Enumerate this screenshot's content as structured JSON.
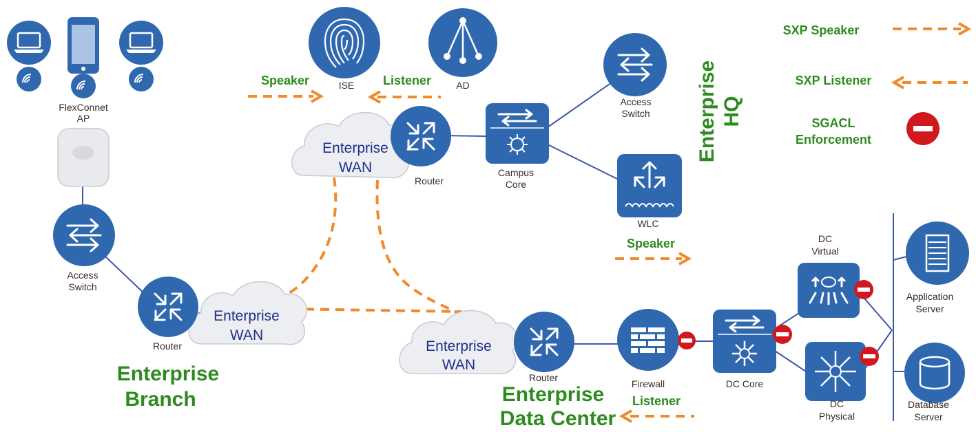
{
  "legend": {
    "speaker": "SXP Speaker",
    "listener": "SXP Listener",
    "sgacl_line1": "SGACL",
    "sgacl_line2": "Enforcement"
  },
  "sites": {
    "hq_line1": "Enterprise",
    "hq_line2": "HQ",
    "branch_line1": "Enterprise",
    "branch_line2": "Branch",
    "dc_line1": "Enterprise",
    "dc_line2": "Data Center"
  },
  "clouds": {
    "top_line1": "Enterprise",
    "top_line2": "WAN",
    "branch_line1": "Enterprise",
    "branch_line2": "WAN",
    "dc_line1": "Enterprise",
    "dc_line2": "WAN"
  },
  "devices": {
    "ise": "ISE",
    "ad": "AD",
    "hq_router": "Router",
    "campus_core_line1": "Campus",
    "campus_core_line2": "Core",
    "hq_access_line1": "Access",
    "hq_access_line2": "Switch",
    "wlc": "WLC",
    "flexconnect_line1": "FlexConnet",
    "flexconnect_line2": "AP",
    "branch_access_line1": "Access",
    "branch_access_line2": "Switch",
    "branch_router": "Router",
    "dc_router": "Router",
    "firewall": "Firewall",
    "dc_core": "DC Core",
    "dc_virtual_line1": "DC",
    "dc_virtual_line2": "Virtual",
    "dc_physical_line1": "DC",
    "dc_physical_line2": "Physical",
    "app_server_line1": "Application",
    "app_server_line2": "Server",
    "db_server_line1": "Database",
    "db_server_line2": "Server"
  },
  "sxp_labels": {
    "ise_speaker": "Speaker",
    "ad_listener": "Listener",
    "wlc_speaker": "Speaker",
    "dc_listener": "Listener"
  },
  "colors": {
    "device_blue": "#2f68ae",
    "sxp_orange": "#f08a2a",
    "site_green": "#2e8b1f",
    "sgacl_red": "#d0181e",
    "wan_text": "#1f2f8a"
  }
}
